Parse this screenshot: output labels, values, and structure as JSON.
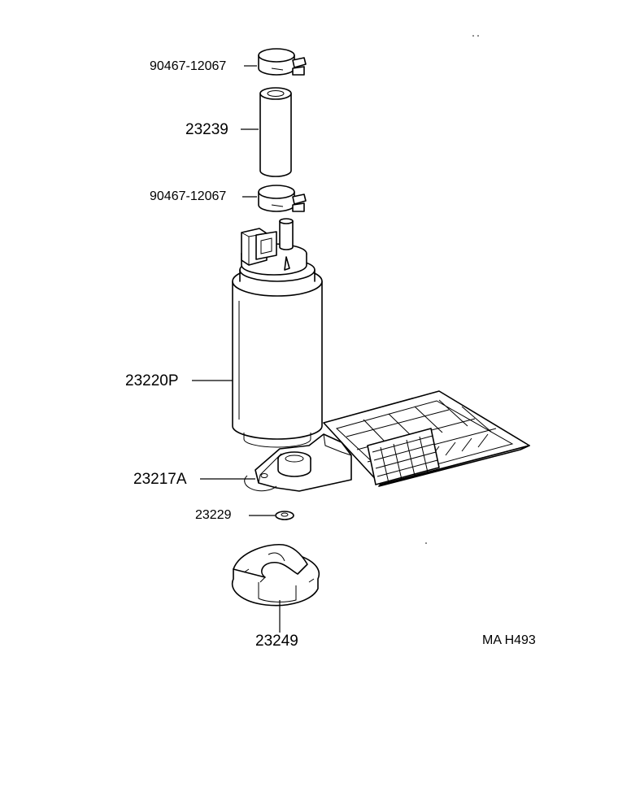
{
  "diagram": {
    "callouts": [
      {
        "id": "clamp_top",
        "part_number": "90467-12067"
      },
      {
        "id": "hose",
        "part_number": "23239"
      },
      {
        "id": "clamp_bottom",
        "part_number": "90467-12067"
      },
      {
        "id": "pump",
        "part_number": "23220P"
      },
      {
        "id": "bracket_filter",
        "part_number": "23217A"
      },
      {
        "id": "washer",
        "part_number": "23229"
      },
      {
        "id": "cushion",
        "part_number": "23249"
      }
    ],
    "figure_code": "MA H493"
  }
}
